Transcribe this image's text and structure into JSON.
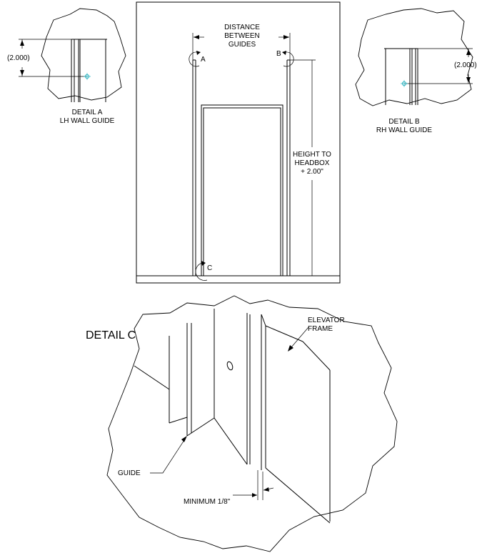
{
  "detail_a": {
    "dimension": "(2.000)",
    "title": "DETAIL  A",
    "subtitle": "LH WALL GUIDE"
  },
  "detail_b": {
    "dimension": "(2.000)",
    "title": "DETAIL  B",
    "subtitle": "RH WALL GUIDE"
  },
  "elevation": {
    "distance_line1": "DISTANCE",
    "distance_line2": "BETWEEN",
    "distance_line3": "GUIDES",
    "callout_a": "A",
    "callout_b": "B",
    "callout_c": "C",
    "height_line1": "HEIGHT TO",
    "height_line2": "HEADBOX",
    "height_line3": "+ 2.00\""
  },
  "detail_c": {
    "title": "DETAIL  C",
    "frame_line1": "ELEVATOR",
    "frame_line2": "FRAME",
    "guide_label": "GUIDE",
    "minimum_label": "MINIMUM 1/8\""
  }
}
